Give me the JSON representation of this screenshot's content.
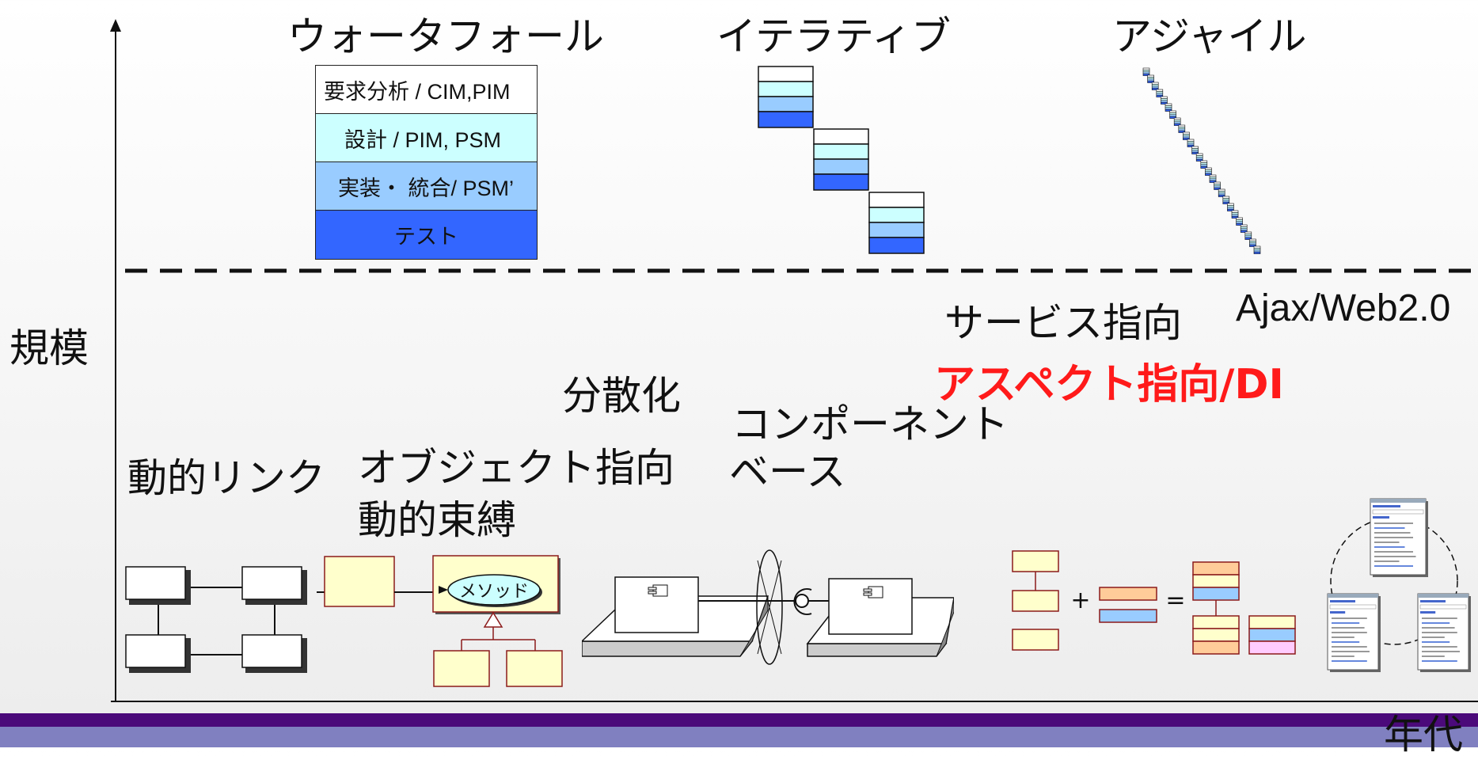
{
  "colors": {
    "req": "#ffffff",
    "design": "#ccffff",
    "impl": "#99ccff",
    "test": "#3366ff",
    "accent_red": "#ff1a1a",
    "footer_dark": "#4b0a7a",
    "footer_light": "#8080c0",
    "box_fill": "#ffffcc",
    "orange_fill": "#ffcc99",
    "pink_fill": "#ffccff"
  },
  "axes": {
    "y_label": "規模",
    "x_label": "年代"
  },
  "process_models": {
    "waterfall": {
      "title": "ウォータフォール",
      "phases": [
        "要求分析 / CIM,PIM",
        "設計 / PIM, PSM",
        "実装・ 統合/ PSM’",
        "テスト"
      ]
    },
    "iterative": {
      "title": "イテラティブ"
    },
    "agile": {
      "title": "アジャイル"
    }
  },
  "technologies": {
    "dynamic_link": "動的リンク",
    "object_oriented": "オブジェクト指向",
    "dynamic_binding": "動的束縛",
    "distributed": "分散化",
    "component_line1": "コンポーネント",
    "component_line2": "ベース",
    "service_oriented": "サービス指向",
    "aspect_di": "アスペクト指向/DI",
    "ajax": "Ajax/Web2.0"
  },
  "oo_diagram": {
    "method_label": "メソッド"
  }
}
